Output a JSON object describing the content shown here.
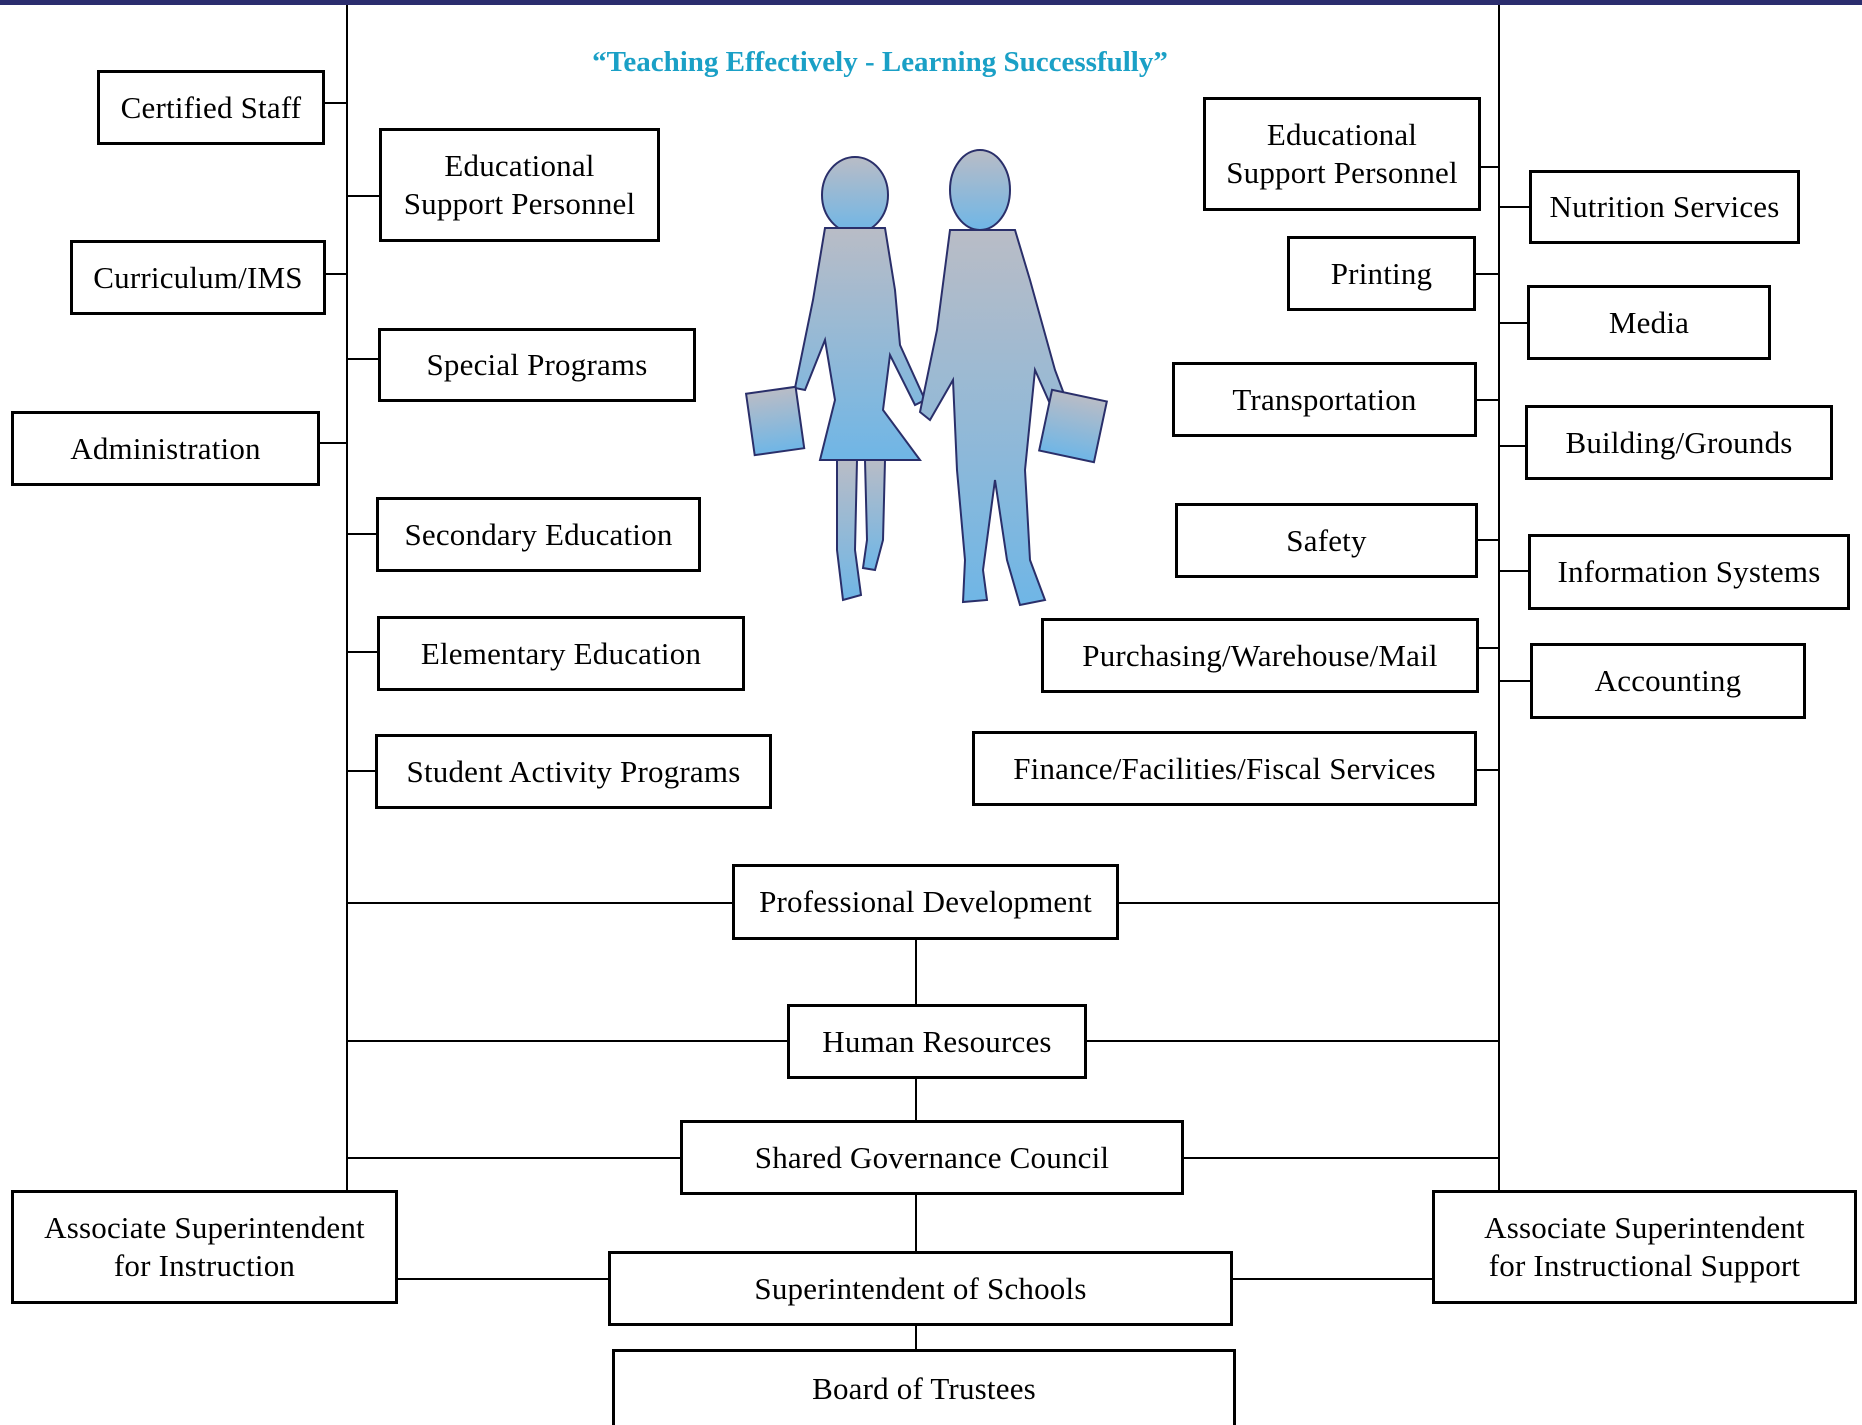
{
  "motto": "“Teaching Effectively - Learning Successfully”",
  "left": {
    "certified_staff": "Certified Staff",
    "educational_support_personnel": "Educational\nSupport Personnel",
    "curriculum_ims": "Curriculum/IMS",
    "special_programs": "Special Programs",
    "administration": "Administration",
    "secondary_education": "Secondary Education",
    "elementary_education": "Elementary Education",
    "student_activity_programs": "Student Activity Programs"
  },
  "right": {
    "educational_support_personnel": "Educational\nSupport Personnel",
    "nutrition_services": "Nutrition Services",
    "printing": "Printing",
    "media": "Media",
    "transportation": "Transportation",
    "building_grounds": "Building/Grounds",
    "safety": "Safety",
    "information_systems": "Information Systems",
    "purchasing": "Purchasing/Warehouse/Mail",
    "accounting": "Accounting",
    "finance": "Finance/Facilities/Fiscal Services"
  },
  "center": {
    "professional_development": "Professional Development",
    "human_resources": "Human Resources",
    "shared_governance_council": "Shared Governance Council",
    "superintendent": "Superintendent of Schools",
    "board_of_trustees": "Board of Trustees"
  },
  "associates": {
    "instruction": "Associate Superintendent\nfor Instruction",
    "instructional_support": "Associate Superintendent\nfor Instructional Support"
  },
  "colors": {
    "motto": "#1aa0c6",
    "top_rule": "#2b2d6e",
    "figure_fill": "#8fc0e0"
  },
  "image": {
    "icon": "children-walking-silhouette"
  }
}
